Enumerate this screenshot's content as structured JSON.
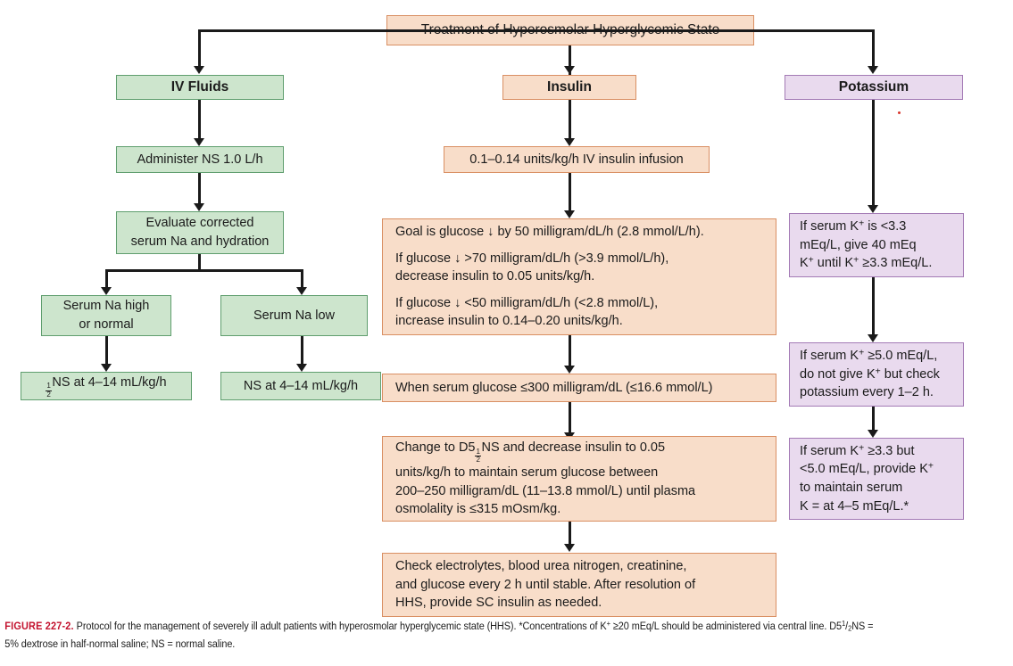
{
  "figure": {
    "number": "FIGURE 227-2.",
    "caption_line1": "Protocol for the management of severely ill adult patients with hyperosmolar hyperglycemic state (HHS). *Concentrations of K",
    "caption_line1b": " ≥20 mEq/L should be administered via",
    "caption_line2a": "central line. D5",
    "caption_line2_num": "1",
    "caption_line2_den": "2",
    "caption_line2b": "NS = 5% dextrose in half-normal saline; NS = normal saline."
  },
  "title": "Treatment of Hyperosmolar Hyperglycemic State",
  "columns": {
    "iv_fluids": {
      "header": "IV Fluids",
      "administer": "Administer NS 1.0 L/h",
      "evaluate_line1": "Evaluate corrected",
      "evaluate_line2": "serum Na and hydration",
      "branch_high_line1": "Serum Na high",
      "branch_high_line2": "or normal",
      "branch_low": "Serum Na low",
      "half_ns_suffix": "NS at 4–14 mL/kg/h",
      "half_ns_num": "1",
      "half_ns_den": "2",
      "ns_rate": "NS at 4–14 mL/kg/h"
    },
    "insulin": {
      "header": "Insulin",
      "infusion": "0.1–0.14 units/kg/h IV insulin infusion",
      "goal_para1": "Goal is glucose ↓ by 50 milligram/dL/h (2.8 mmol/L/h).",
      "goal_para2_line1": "If glucose ↓ >70 milligram/dL/h (>3.9 mmol/L/h),",
      "goal_para2_line2": "decrease insulin to 0.05 units/kg/h.",
      "goal_para3_line1": "If glucose ↓ <50 milligram/dL/h (<2.8 mmol/L),",
      "goal_para3_line2": "increase insulin to 0.14–0.20 units/kg/h.",
      "when_glucose": "When serum glucose ≤300 milligram/dL (≤16.6 mmol/L)",
      "change_pre": "Change to D5",
      "change_num": "1",
      "change_den": "2",
      "change_line1_rest": "NS and decrease insulin to 0.05",
      "change_line2": "units/kg/h to maintain serum glucose between",
      "change_line3": "200–250 milligram/dL (11–13.8 mmol/L) until plasma",
      "change_line4": "osmolality is ≤315 mOsm/kg.",
      "check_line1": "Check electrolytes, blood urea nitrogen, creatinine,",
      "check_line2": "and glucose every 2 h until stable. After resolution of",
      "check_line3": "HHS, provide SC insulin as needed."
    },
    "potassium": {
      "header": "Potassium",
      "low_k_l1a": "If serum K",
      "low_k_l1b": " is <3.3",
      "low_k_l2": "mEq/L, give 40 mEq",
      "low_k_l3a": "K",
      "low_k_l3b": " until K",
      "low_k_l3c": " ≥3.3 mEq/L.",
      "high_k_l1a": "If serum K",
      "high_k_l1b": " ≥5.0 mEq/L,",
      "high_k_l2a": "do not give K",
      "high_k_l2b": " but check",
      "high_k_l3": "potassium every 1–2 h.",
      "mid_k_l1a": "If serum K",
      "mid_k_l1b": " ≥3.3 but",
      "mid_k_l2a": "<5.0 mEq/L, provide K",
      "mid_k_l3": "to maintain serum",
      "mid_k_l4": "K = at 4–5 mEq/L.*"
    }
  },
  "colors": {
    "green_fill": "#cde5cd",
    "green_border": "#5f9e6e",
    "peach_fill": "#f8ddc9",
    "peach_border": "#d98f63",
    "purple_fill": "#e9daee",
    "purple_border": "#a37ab5",
    "connector": "#1a1a1a",
    "figure_number": "#c3122e"
  }
}
